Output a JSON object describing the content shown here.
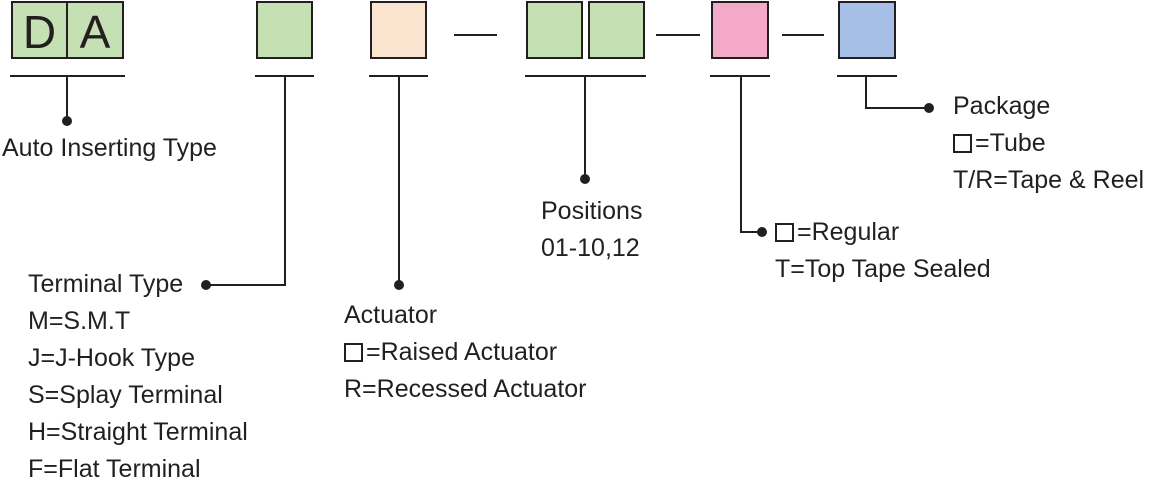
{
  "colors": {
    "green": "#c5e0b3",
    "peach": "#fbe5d0",
    "pink": "#f4a9c9",
    "blue": "#a5bfe6",
    "line": "#231f20"
  },
  "code_letters": [
    "D",
    "A"
  ],
  "auto_inserting": {
    "label": "Auto Inserting Type"
  },
  "terminal": {
    "title": "Terminal Type",
    "options": [
      "M=S.M.T",
      "J=J-Hook Type",
      "S=Splay Terminal",
      "H=Straight Terminal",
      "F=Flat Terminal"
    ]
  },
  "actuator": {
    "title": "Actuator",
    "options": [
      "=Raised Actuator",
      "R=Recessed Actuator"
    ]
  },
  "positions": {
    "title": "Positions",
    "range": "01-10,12"
  },
  "tape": {
    "options": [
      "=Regular",
      "T=Top Tape Sealed"
    ]
  },
  "package": {
    "title": "Package",
    "options": [
      "=Tube",
      "T/R=Tape & Reel"
    ]
  }
}
